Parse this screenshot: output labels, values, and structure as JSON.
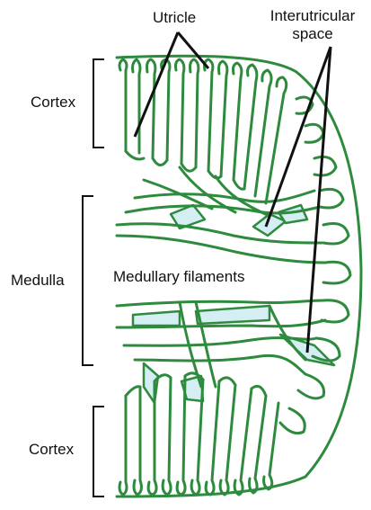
{
  "labels": {
    "utricle": "Utricle",
    "interutricular_line1": "Interutricular",
    "interutricular_line2": "space",
    "cortex_top": "Cortex",
    "medulla": "Medulla",
    "medullary_filaments": "Medullary filaments",
    "cortex_bottom": "Cortex"
  },
  "colors": {
    "filament_stroke": "#2e8b3e",
    "space_fill": "#d4eef4",
    "text": "#111111",
    "leader_line": "#111111"
  }
}
